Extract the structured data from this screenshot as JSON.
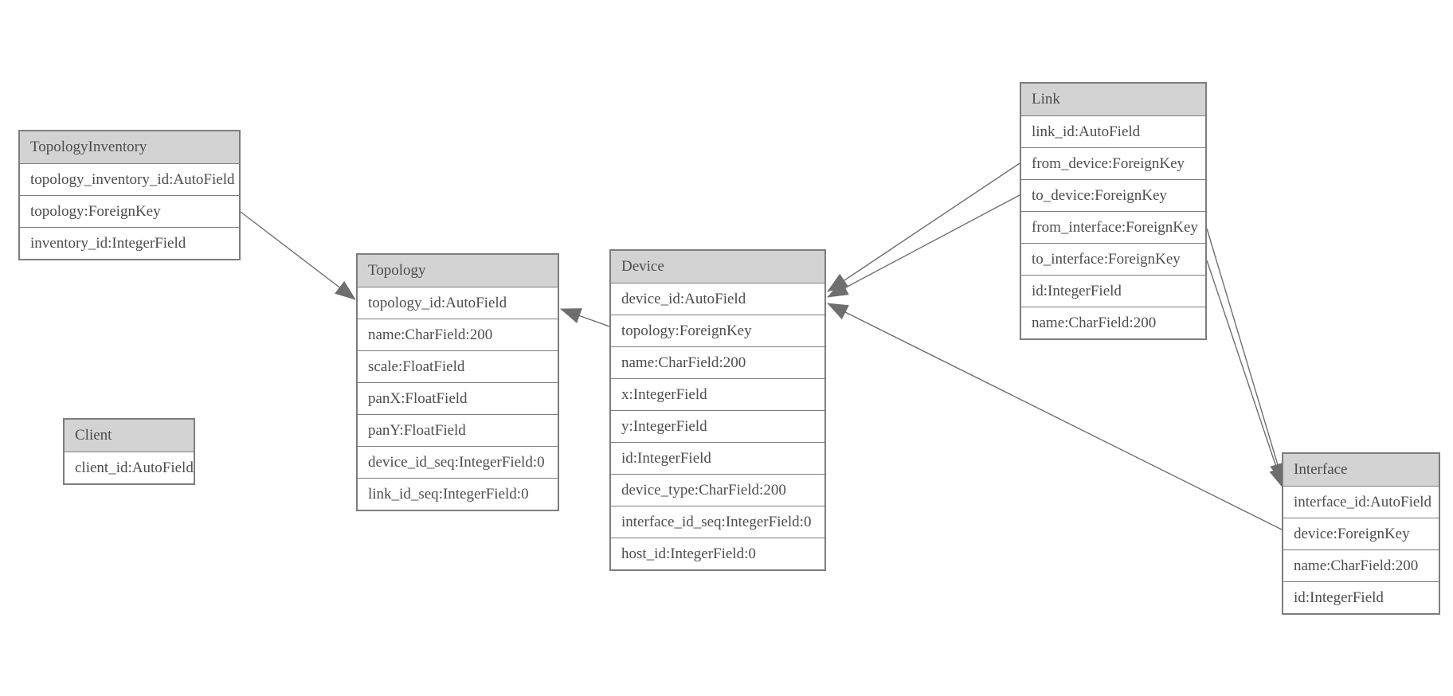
{
  "colors": {
    "background": "#ffffff",
    "header_fill": "#d3d3d3",
    "border": "#7d7d7d",
    "text": "#4d4d4d",
    "edge": "#6e6e6e",
    "arrowhead": "#6e6e6e"
  },
  "tables": [
    {
      "name": "TopologyInventory",
      "fields": [
        "topology_inventory_id:AutoField",
        "topology:ForeignKey",
        "inventory_id:IntegerField"
      ]
    },
    {
      "name": "Topology",
      "fields": [
        "topology_id:AutoField",
        "name:CharField:200",
        "scale:FloatField",
        "panX:FloatField",
        "panY:FloatField",
        "device_id_seq:IntegerField:0",
        "link_id_seq:IntegerField:0"
      ]
    },
    {
      "name": "Client",
      "fields": [
        "client_id:AutoField"
      ]
    },
    {
      "name": "Device",
      "fields": [
        "device_id:AutoField",
        "topology:ForeignKey",
        "name:CharField:200",
        "x:IntegerField",
        "y:IntegerField",
        "id:IntegerField",
        "device_type:CharField:200",
        "interface_id_seq:IntegerField:0",
        "host_id:IntegerField:0"
      ]
    },
    {
      "name": "Link",
      "fields": [
        "link_id:AutoField",
        "from_device:ForeignKey",
        "to_device:ForeignKey",
        "from_interface:ForeignKey",
        "to_interface:ForeignKey",
        "id:IntegerField",
        "name:CharField:200"
      ]
    },
    {
      "name": "Interface",
      "fields": [
        "interface_id:AutoField",
        "device:ForeignKey",
        "name:CharField:200",
        "id:IntegerField"
      ]
    }
  ],
  "relationships": [
    {
      "from": "TopologyInventory.topology",
      "to": "Topology.topology_id"
    },
    {
      "from": "Device.topology",
      "to": "Topology.topology_id"
    },
    {
      "from": "Link.from_device",
      "to": "Device.device_id"
    },
    {
      "from": "Link.to_device",
      "to": "Device.device_id"
    },
    {
      "from": "Link.from_interface",
      "to": "Interface.interface_id"
    },
    {
      "from": "Link.to_interface",
      "to": "Interface.interface_id"
    },
    {
      "from": "Interface.device",
      "to": "Device.device_id"
    }
  ]
}
